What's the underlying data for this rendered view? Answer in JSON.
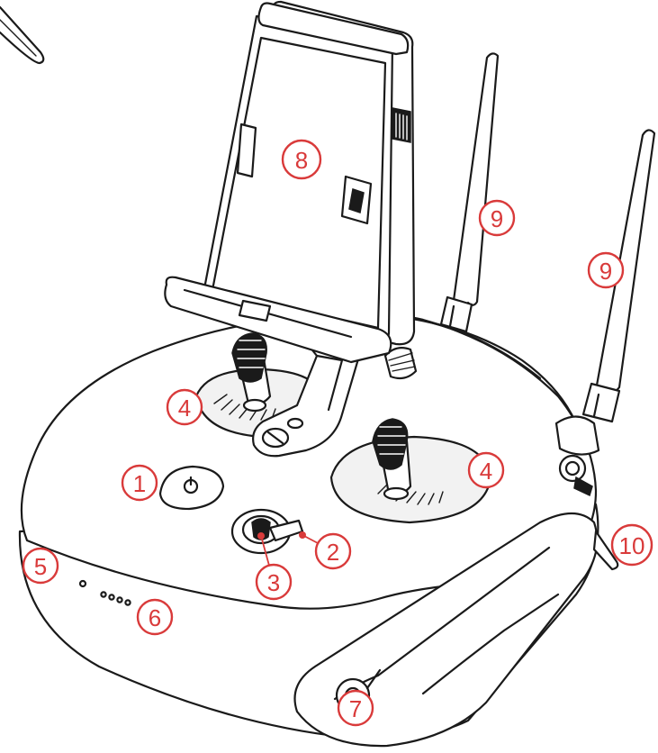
{
  "colors": {
    "callout": "#d93a3a",
    "line": "#1a1a1a",
    "body_fill": "#ffffff"
  },
  "callouts": [
    {
      "id": "c1",
      "label": "1"
    },
    {
      "id": "c2",
      "label": "2"
    },
    {
      "id": "c3",
      "label": "3"
    },
    {
      "id": "c4a",
      "label": "4"
    },
    {
      "id": "c4b",
      "label": "4"
    },
    {
      "id": "c5",
      "label": "5"
    },
    {
      "id": "c6",
      "label": "6"
    },
    {
      "id": "c7",
      "label": "7"
    },
    {
      "id": "c8",
      "label": "8"
    },
    {
      "id": "c9a",
      "label": "9"
    },
    {
      "id": "c9b",
      "label": "9"
    },
    {
      "id": "c10",
      "label": "10"
    }
  ]
}
